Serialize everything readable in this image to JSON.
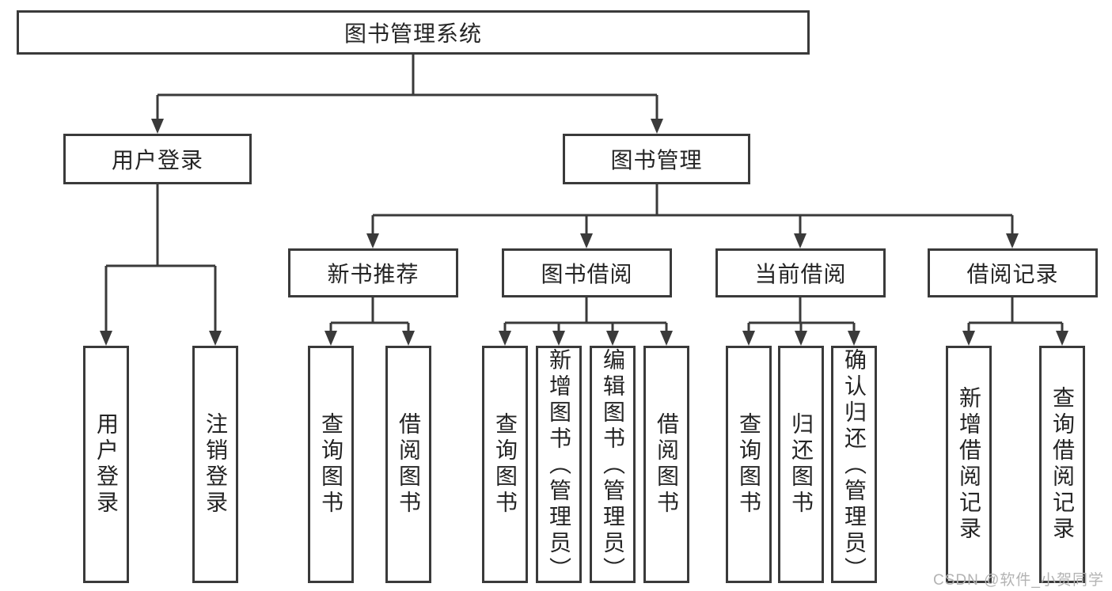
{
  "diagram": {
    "type": "hierarchy-tree",
    "colors": {
      "background": "#ffffff",
      "line": "#3a3a3a",
      "box_border": "#3a3a3a",
      "box_fill": "#ffffff",
      "text": "#242424",
      "watermark": "#b3b3b3"
    },
    "nodes": {
      "root": {
        "label": "图书管理系统"
      },
      "login": {
        "label": "用户登录"
      },
      "mgmt": {
        "label": "图书管理"
      },
      "newbook": {
        "label": "新书推荐"
      },
      "borrow": {
        "label": "图书借阅"
      },
      "current": {
        "label": "当前借阅"
      },
      "records": {
        "label": "借阅记录"
      },
      "login_user": {
        "label": "用户登录"
      },
      "login_logout": {
        "label": "注销登录"
      },
      "newbook_query": {
        "label": "查询图书"
      },
      "newbook_borrow": {
        "label": "借阅图书"
      },
      "borrow_query": {
        "label": "查询图书"
      },
      "borrow_add": {
        "label": "新增图书（管理员）"
      },
      "borrow_edit": {
        "label": "编辑图书（管理员）"
      },
      "borrow_borrow": {
        "label": "借阅图书"
      },
      "current_query": {
        "label": "查询图书"
      },
      "current_return": {
        "label": "归还图书"
      },
      "current_confirm": {
        "label": "确认归还（管理员）"
      },
      "records_add": {
        "label": "新增借阅记录"
      },
      "records_query": {
        "label": "查询借阅记录"
      }
    },
    "edges": [
      [
        "root",
        "login"
      ],
      [
        "root",
        "mgmt"
      ],
      [
        "login",
        "login_user"
      ],
      [
        "login",
        "login_logout"
      ],
      [
        "mgmt",
        "newbook"
      ],
      [
        "mgmt",
        "borrow"
      ],
      [
        "mgmt",
        "current"
      ],
      [
        "mgmt",
        "records"
      ],
      [
        "newbook",
        "newbook_query"
      ],
      [
        "newbook",
        "newbook_borrow"
      ],
      [
        "borrow",
        "borrow_query"
      ],
      [
        "borrow",
        "borrow_add"
      ],
      [
        "borrow",
        "borrow_edit"
      ],
      [
        "borrow",
        "borrow_borrow"
      ],
      [
        "current",
        "current_query"
      ],
      [
        "current",
        "current_return"
      ],
      [
        "current",
        "current_confirm"
      ],
      [
        "records",
        "records_add"
      ],
      [
        "records",
        "records_query"
      ]
    ],
    "watermark": {
      "text": "CSDN @软件_小贺同学"
    }
  }
}
